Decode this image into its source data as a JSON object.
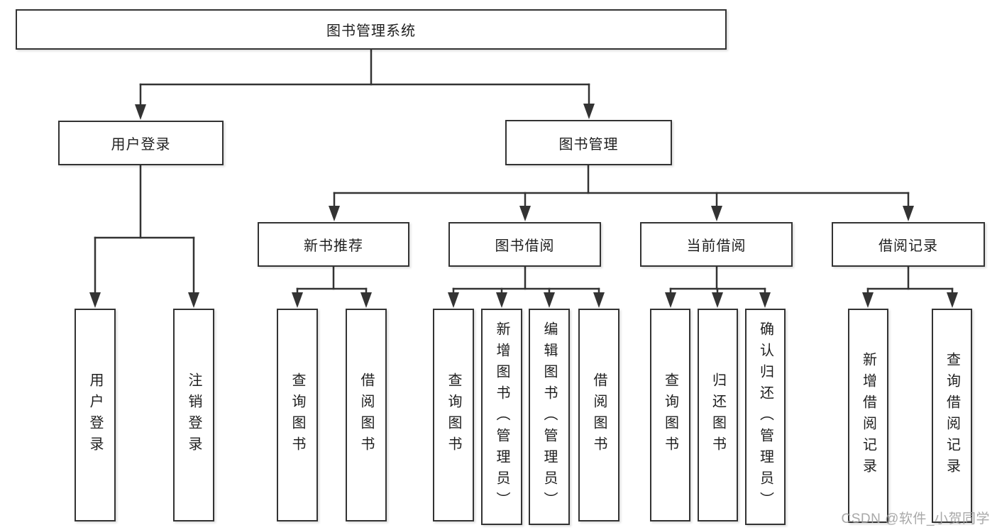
{
  "tree": {
    "root": {
      "label": "图书管理系统"
    },
    "branches": [
      {
        "label": "用户登录",
        "children": [
          {
            "label": "用户登录"
          },
          {
            "label": "注销登录"
          }
        ]
      },
      {
        "label": "图书管理",
        "children": [
          {
            "label": "新书推荐",
            "children": [
              {
                "label": "查询图书"
              },
              {
                "label": "借阅图书"
              }
            ]
          },
          {
            "label": "图书借阅",
            "children": [
              {
                "label": "查询图书"
              },
              {
                "label": "新增图书（管理员）"
              },
              {
                "label": "编辑图书（管理员）"
              },
              {
                "label": "借阅图书"
              }
            ]
          },
          {
            "label": "当前借阅",
            "children": [
              {
                "label": "查询图书"
              },
              {
                "label": "归还图书"
              },
              {
                "label": "确认归还（管理员）"
              }
            ]
          },
          {
            "label": "借阅记录",
            "children": [
              {
                "label": "新增借阅记录"
              },
              {
                "label": "查询借阅记录"
              }
            ]
          }
        ]
      }
    ]
  },
  "watermark": "CSDN @软件_小贺同学",
  "colors": {
    "line": "#333333",
    "box_border": "#333333",
    "text": "#1f1f1f",
    "watermark": "#9e9e9e",
    "background": "#ffffff"
  }
}
